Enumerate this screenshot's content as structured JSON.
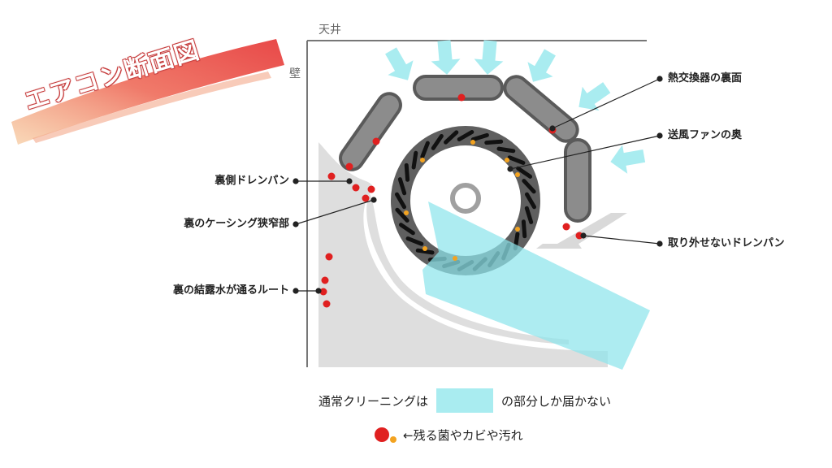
{
  "title": "エアコン断面図",
  "wall_labels": {
    "ceiling": "天井",
    "wall": "壁"
  },
  "callouts": {
    "heat_exchanger_back": "熱交換器の裏面",
    "fan_interior": "送風ファンの奥",
    "non_removable_drain_pan": "取り外せないドレンパン",
    "rear_drain_pan": "裏側ドレンパン",
    "narrow_casing_back": "裏のケーシング狭窄部",
    "condensation_route": "裏の結露水が通るルート"
  },
  "legend": {
    "reach_prefix": "通常クリーニングは",
    "reach_suffix": "の部分しか届かない",
    "remain_text": "←残る菌やカビや汚れ"
  },
  "colors": {
    "reach_area": "#a9ecf0",
    "fin": "#8c8c8c",
    "fin_border": "#5a5a5a",
    "casing": "#dedede",
    "dirt_red": "#e02020",
    "dirt_yellow": "#f3a320",
    "title_brush": "#ef5a5a"
  }
}
